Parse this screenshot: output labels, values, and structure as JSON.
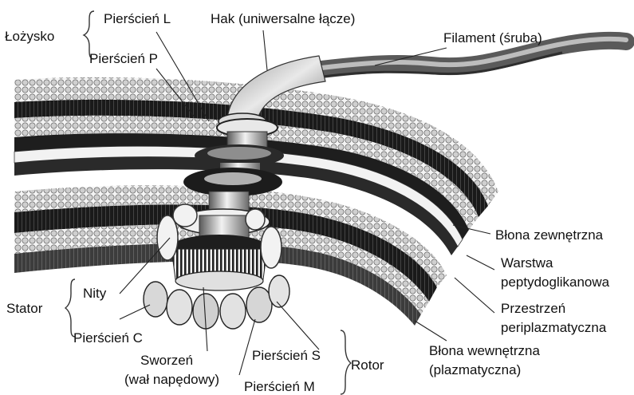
{
  "labels": {
    "bearing": "Łożysko",
    "l_ring": "Pierścień L",
    "p_ring": "Pierścień P",
    "hook": "Hak (uniwersalne łącze)",
    "filament": "Filament (śruba)",
    "outer_membrane": "Błona zewnętrzna",
    "peptidoglycan_line1": "Warstwa",
    "peptidoglycan_line2": "peptydoglikanowa",
    "periplasm_line1": "Przestrzeń",
    "periplasm_line2": "periplazmatyczna",
    "inner_membrane_line1": "Błona wewnętrzna",
    "inner_membrane_line2": "(plazmatyczna)",
    "stator": "Stator",
    "studs": "Nity",
    "c_ring": "Pierścień C",
    "rod_line1": "Sworzeń",
    "rod_line2": "(wał napędowy)",
    "s_ring": "Pierścień S",
    "m_ring": "Pierścień M",
    "rotor": "Rotor"
  },
  "colors": {
    "membrane_dark": "#1c1c1c",
    "lipid_head": "#d8d8d8",
    "metal_light": "#e6e6e6",
    "metal_dark": "#555555",
    "leader": "#222222"
  }
}
